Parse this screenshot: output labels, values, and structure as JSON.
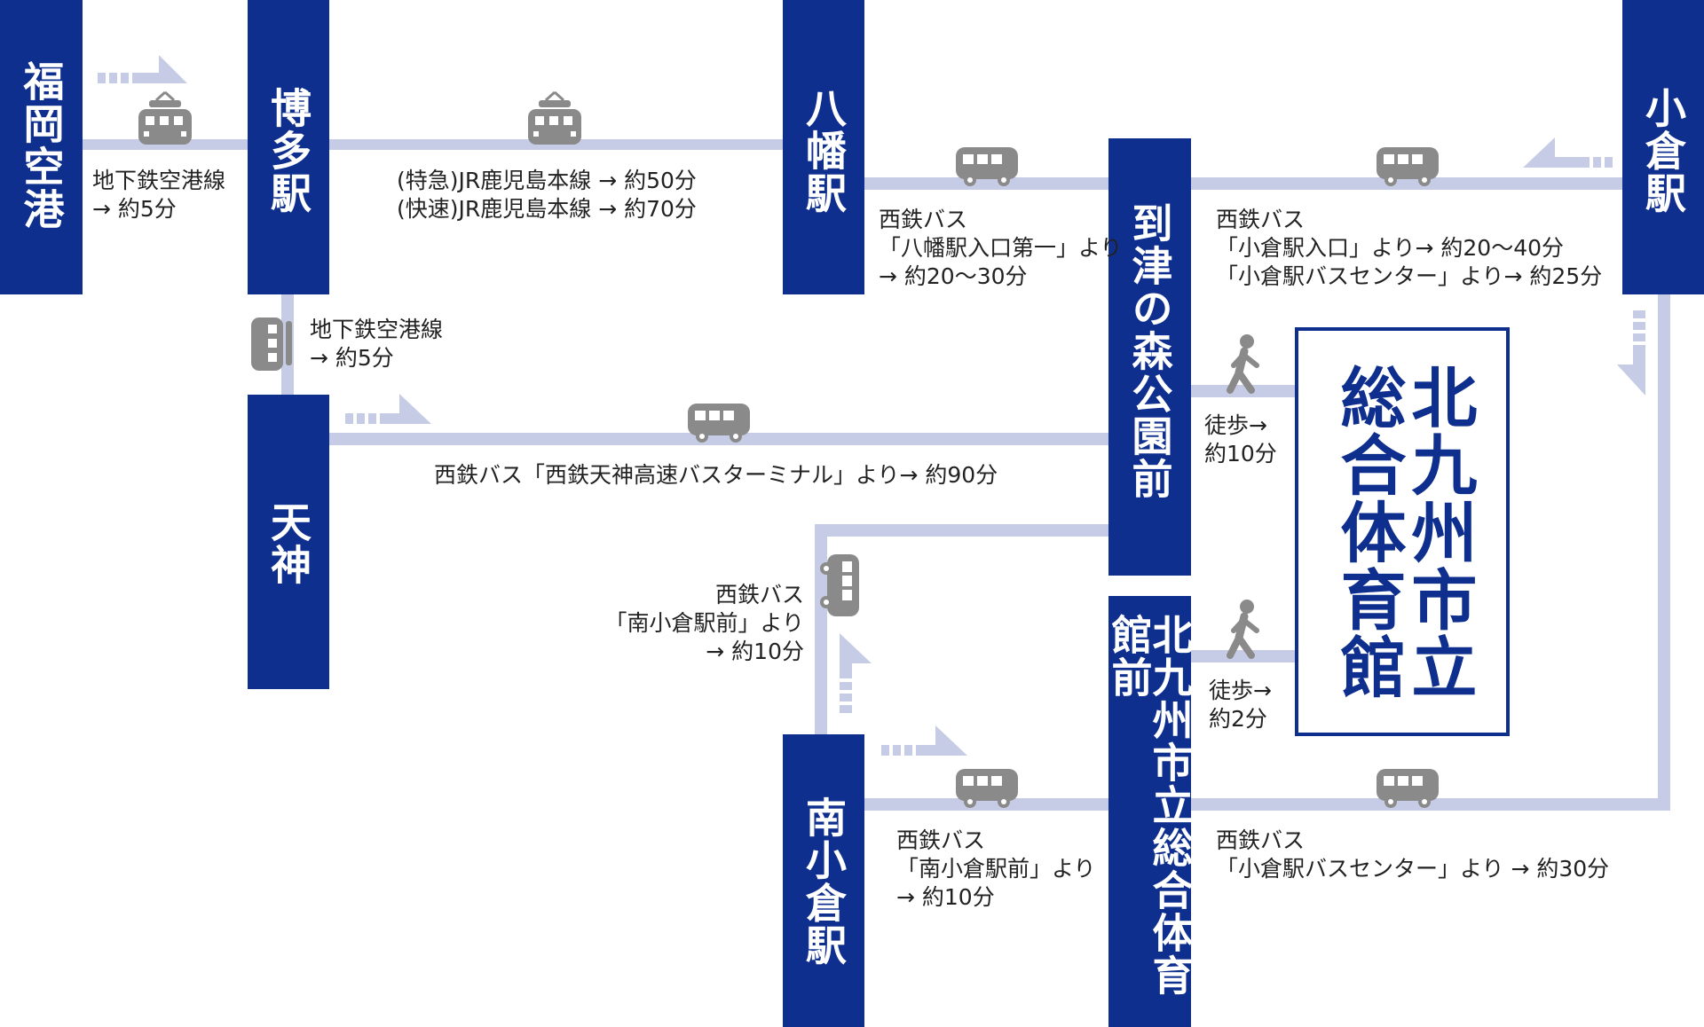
{
  "venue": {
    "name": "北九州市立\n総合体育館"
  },
  "stations": {
    "fukuoka_airport": "福岡空港",
    "hakata": "博多駅",
    "tenjin": "天神",
    "yahata": "八幡駅",
    "kokura": "小倉駅",
    "minami_kokura": "南小倉駅",
    "itozu": "到津の森公園前",
    "gym_mae": "北九州市立総合体育館前"
  },
  "routes": {
    "airport_hakata": [
      "地下鉄空港線",
      "→ 約5分"
    ],
    "hakata_yahata": [
      "(特急)JR鹿児島本線 → 約50分",
      "(快速)JR鹿児島本線 → 約70分"
    ],
    "hakata_tenjin": [
      "地下鉄空港線",
      "→ 約5分"
    ],
    "tenjin_itozu": [
      "西鉄バス「西鉄天神高速バスターミナル」より→ 約90分"
    ],
    "yahata_itozu": [
      "西鉄バス",
      "「八幡駅入口第一」より",
      "→ 約20～30分"
    ],
    "kokura_itozu": [
      "西鉄バス",
      "「小倉駅入口」より→ 約20～40分",
      "「小倉駅バスセンター」より→ 約25分"
    ],
    "itozu_walk": [
      "徒歩→",
      "約10分"
    ],
    "minamikokura_itozu": [
      "西鉄バス",
      "「南小倉駅前」より",
      "→ 約10分"
    ],
    "minamikokura_gym": [
      "西鉄バス",
      "「南小倉駅前」より",
      "→ 約10分"
    ],
    "kokura_gym": [
      "西鉄バス",
      "「小倉駅バスセンター」より → 約30分"
    ],
    "gym_walk": [
      "徒歩→",
      "約2分"
    ]
  },
  "colors": {
    "station": "#0f2f8f",
    "route": "#c7cce6",
    "icon": "#8a8a8a",
    "text": "#222222"
  },
  "icons": [
    "train-icon",
    "bus-icon",
    "walk-icon",
    "direction-arrow-icon"
  ]
}
